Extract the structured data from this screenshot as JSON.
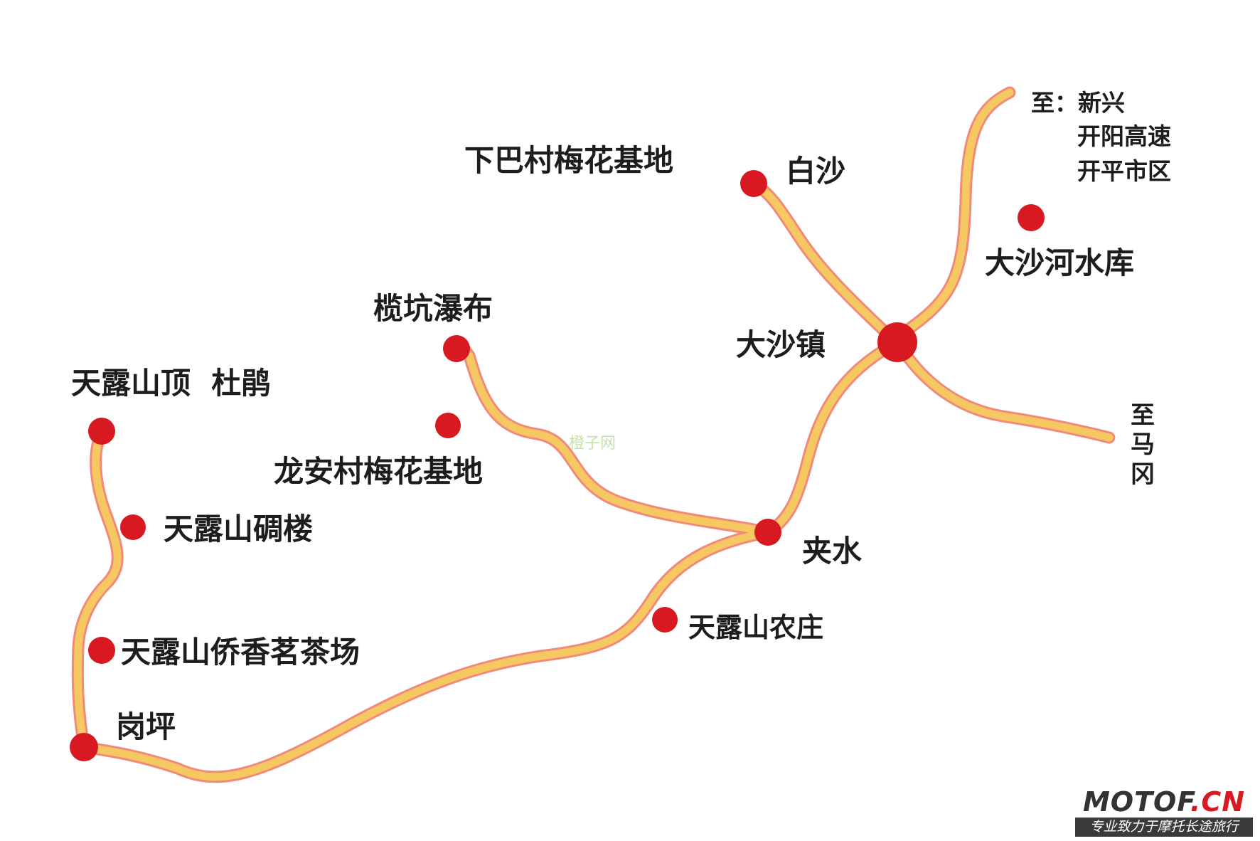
{
  "map": {
    "colors": {
      "road_fill": "#f6c862",
      "road_edge": "#f08a7a",
      "poi_marker": "#d81921",
      "label_text": "#1d1d1d"
    },
    "roads": [
      {
        "name": "dasha-to-xinxing"
      },
      {
        "name": "dasha-to-baisha"
      },
      {
        "name": "dasha-to-magang"
      },
      {
        "name": "dasha-to-jiashui"
      },
      {
        "name": "jiashui-to-gangping"
      },
      {
        "name": "jiashui-to-lankeng"
      },
      {
        "name": "gangping-to-tianlushan-peak"
      }
    ],
    "places": {
      "baisha": "白沙",
      "xiaba": "下巴村梅花基地",
      "reservoir": "大沙河水库",
      "dasha_town": "大沙镇",
      "lankeng": "榄坑瀑布",
      "peak": "天露山顶  杜鹃",
      "longan": "龙安村梅花基地",
      "watchtower": "天露山碉楼",
      "jiashui": "夹水",
      "farm": "天露山农庄",
      "tea": "天露山侨香茗茶场",
      "gangping": "岗坪"
    },
    "direction_ne": [
      "至：新兴",
      "开阳高速",
      "开平市区"
    ],
    "direction_e": [
      "至",
      "马",
      "冈"
    ],
    "watermark": "橙子网"
  },
  "brand": {
    "logo_main": "MOTOF",
    "logo_suffix": ".CN",
    "tagline": "专业致力于摩托长途旅行"
  }
}
